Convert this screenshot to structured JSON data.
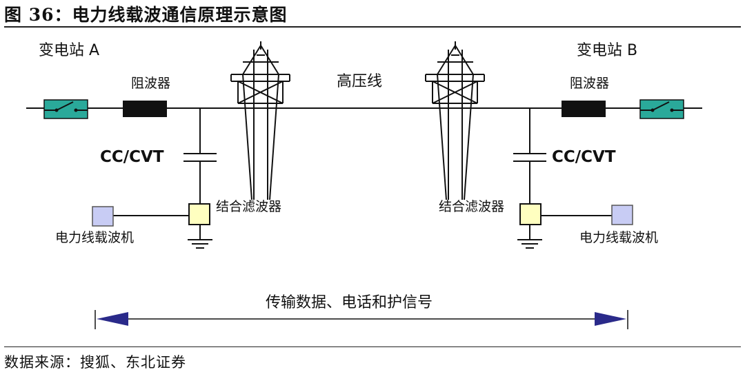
{
  "figure": {
    "title": "图 36：电力线载波通信原理示意图",
    "source": "数据来源：搜狐、东北证券"
  },
  "labels": {
    "substation_a": "变电站 A",
    "substation_b": "变电站 B",
    "line_trap_left": "阻波器",
    "line_trap_right": "阻波器",
    "high_voltage_line": "高压线",
    "cc_cvt_left": "CC/CVT",
    "cc_cvt_right": "CC/CVT",
    "coupling_filter_left": "结合滤波器",
    "coupling_filter_right": "结合滤波器",
    "plc_machine_left": "电力线载波机",
    "plc_machine_right": "电力线载波机",
    "transmission": "传输数据、电话和护信号"
  },
  "colors": {
    "switch": "#2aa99a",
    "line_trap": "#111111",
    "coupling_filter": "#ffffc0",
    "plc_box": "#c8ccf4",
    "arrow": "#2a2a8a"
  }
}
